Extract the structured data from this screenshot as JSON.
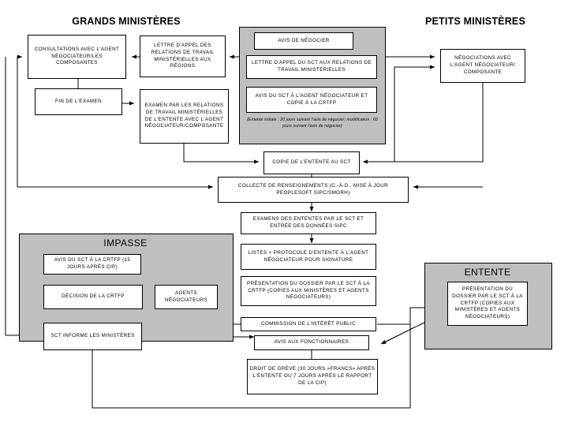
{
  "headers": {
    "left": "GRANDS MINISTÈRES",
    "right": "PETITS MINISTÈRES"
  },
  "groups": {
    "negociation": {
      "title": ""
    },
    "impasse": {
      "title": "IMPASSE"
    },
    "entente": {
      "title": "ENTENTE"
    }
  },
  "boxes": {
    "consultations": "CONSULTATIONS AVEC L'AGENT NÉGOCIATEUR/LES COMPOSANTES",
    "fin_examen": "FIN DE L'EXAMEN",
    "lettre_appel_regions": "LETTRE D'APPEL DES RELATIONS DE TRAVAIL MINISTÉRIELLES AUX RÉGIONS",
    "examen_relations": "EXAMEN PAR LES RELATIONS DE TRAVAIL MINISTÉRIELLES DE L'ENTENTE AVEC L'AGENT NÉGOCIATEUR/COMPOSANTE",
    "avis_negocier": "AVIS DE NÉGOCIER",
    "lettre_appel_sct": "LETTRE D'APPEL DU SCT AUX RELATIONS DE TRAVAIL MINISTÉRIELLES",
    "avis_sct_agent": "AVIS DU SCT À L'AGENT NÉGOCIATEUR ET COPIE À LA CRTFP",
    "negociations_agent": "NÉGOCIATIONS AVEC L'AGENT NÉGOCIATEUR/ COMPOSANTE",
    "copie_entente": "COPIE DE L'ENTENTE AU SCT",
    "collecte": "COLLECTE DE RENSEIGNEMENTS (C.-À-D., MISE À JOUR PEOPLESOFT SIPC/SMGRH)",
    "examens_ententes": "EXAMENS DES ENTENTES PAR LE SCT ET ENTRÉE DES DONNÉES SIPC",
    "listes_protocole": "LISTES + PROTOCOLE D'ENTENTE À L'AGENT NÉGOCIATEUR POUR SIGNATURE",
    "presentation_dossier": "PRÉSENTATION DU DOSSIER PAR LE SCT À LA CRTFP (COPIES AUX MINISTÈRES ET AGENTS NÉGOCIATEURS)",
    "commission": "COMMISSION DE L'INTÉRÊT PUBLIC",
    "avis_fonctionnaires": "AVIS AUX FONCTIONNAIRES",
    "droit_greve": "DROIT DE GRÈVE (30 JOURS «FRANCS» APRÈS L'ENTENTE OU 7 JOURS APRÈS LE RAPPORT DE LA CIP)",
    "avis_sct_crtfp": "AVIS DU SCT À LA CRTFP (15 JOURS APRÈS CIP)",
    "decision_crtfp": "DÉCISION DE LA CRTFP",
    "agents_negociateurs": "AGENTS NÉGOCIATEURS",
    "sct_informe": "SCT INFORME LES MINISTÈRES",
    "presentation_dossier_entente": "PRÉSENTATION DU DOSSIER PAR LE SCT À LA CRTFP (COPIES AUX MINISTÈRES ET AGENTS NÉGOCIATEURS)"
  },
  "notes": {
    "delais": "(Entente initiale : 20 jours suivant l'avis de négocier; modification : 60 jours suivant l'avis de négocier)"
  },
  "colors": {
    "group_fill": "#bfbfbf",
    "box_fill": "#ffffff",
    "stroke": "#000000",
    "page_background": "#ffffff"
  }
}
